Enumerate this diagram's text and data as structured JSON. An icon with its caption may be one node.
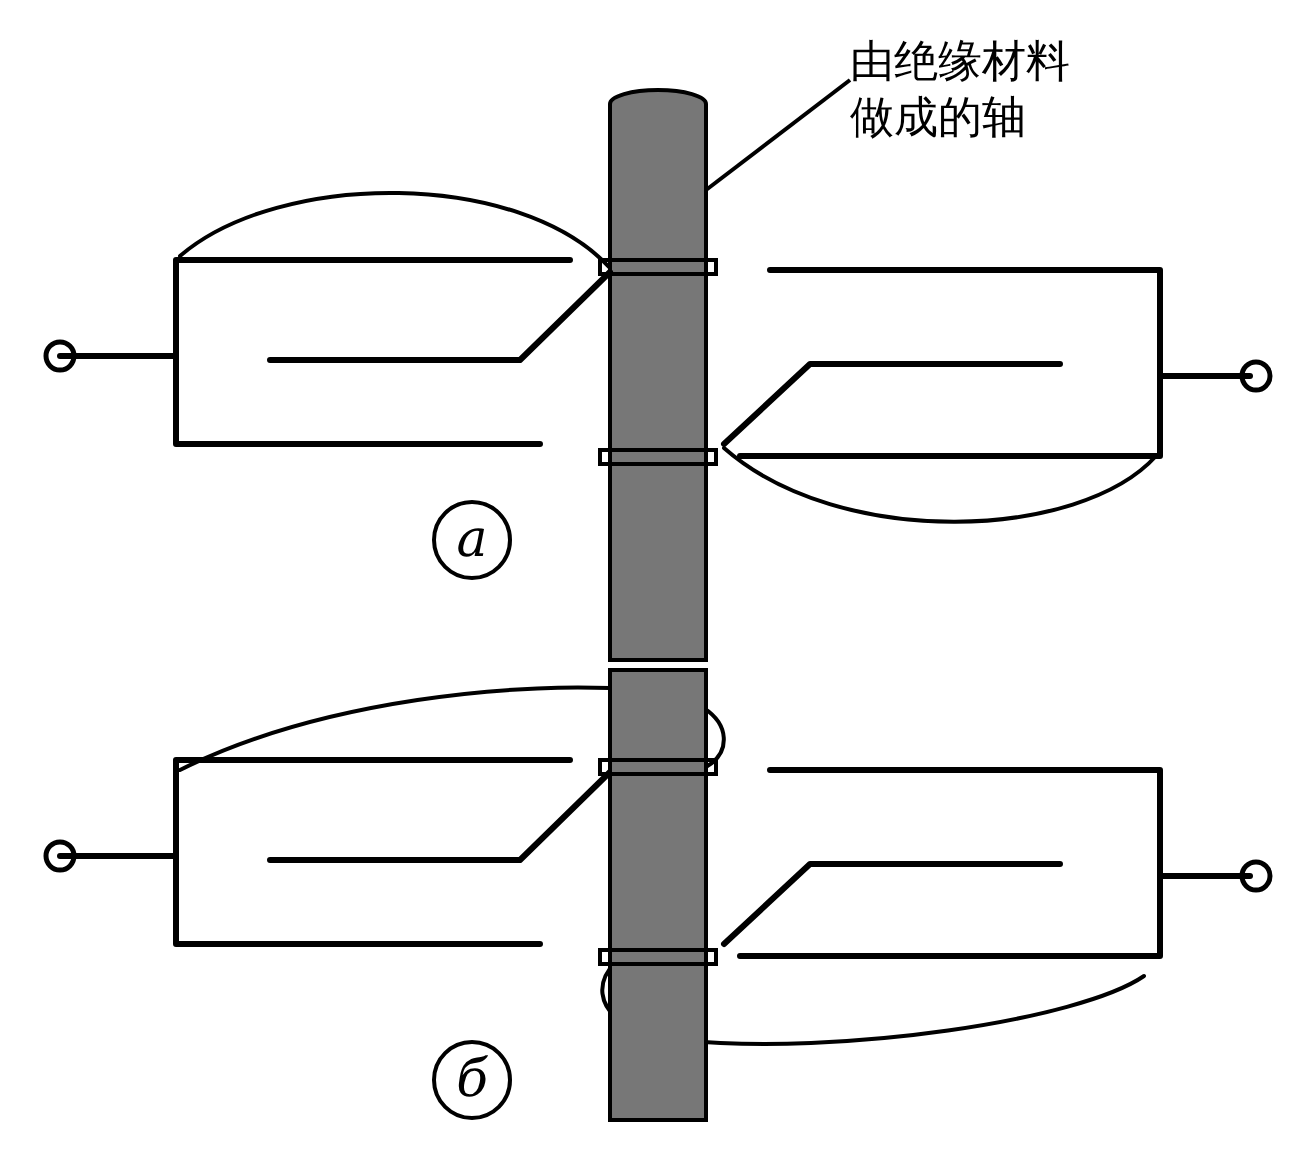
{
  "diagram": {
    "nodes": [
      {
        "text": [
          "由绝缘材料做成的轴"
        ]
      },
      {
        "text": [],
        "shape": "cylinder"
      },
      {
        "text": [
          "а"
        ]
      },
      {
        "text": [
          "б"
        ]
      }
    ],
    "edges": [
      {
        "from": 0,
        "to": 1,
        "arrow": "none"
      }
    ]
  }
}
